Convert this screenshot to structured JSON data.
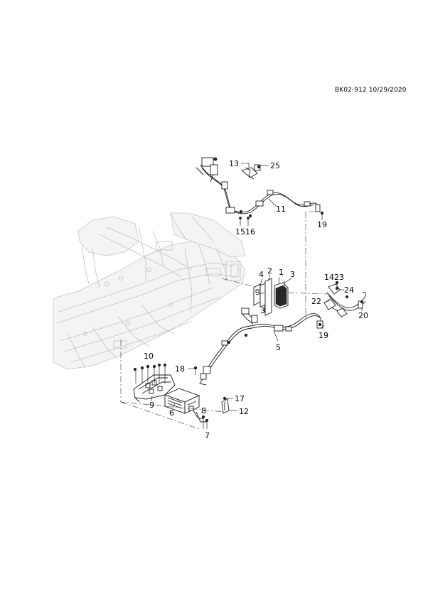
{
  "drawing_code": "BK02-912 10/29/2020",
  "callouts": [
    "1",
    "2",
    "3",
    "3",
    "4",
    "5",
    "6",
    "7",
    "8",
    "9",
    "10",
    "11",
    "12",
    "13",
    "14",
    "15",
    "16",
    "17",
    "18",
    "19",
    "19",
    "20",
    "22",
    "23",
    "24",
    "25"
  ]
}
